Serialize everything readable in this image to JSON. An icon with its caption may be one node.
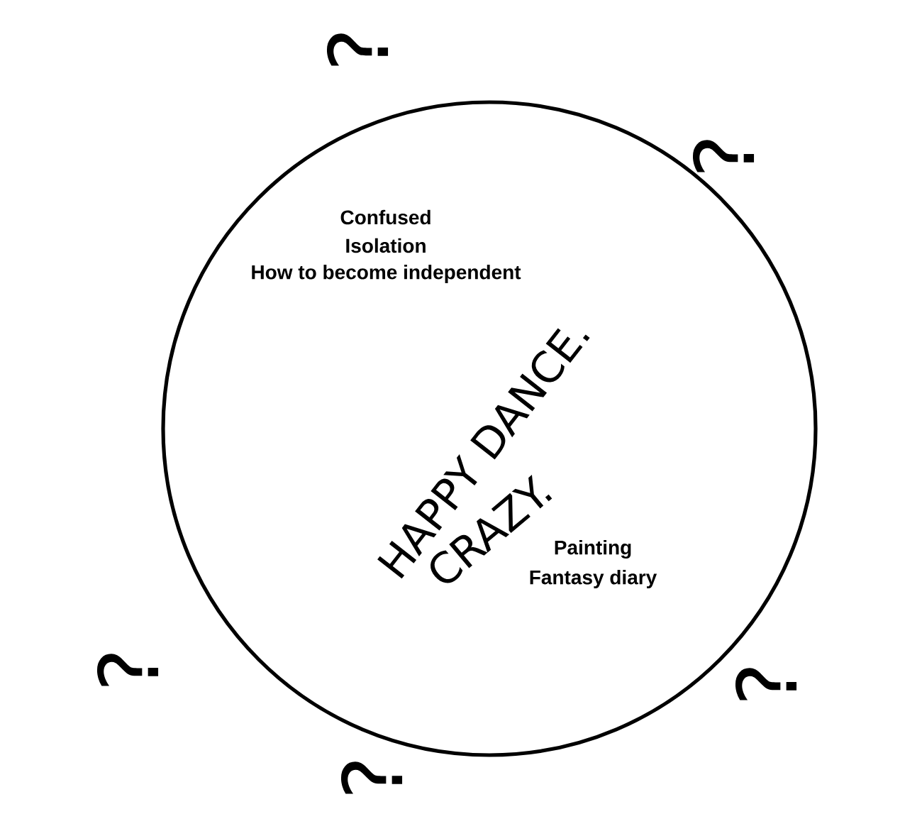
{
  "diagram": {
    "nodes": [
      {
        "text": [
          "Confused",
          "Isolation",
          "How to become independent",
          "HAPPY DANCE.",
          "CRAZY.",
          "Painting",
          "Fantasy diary"
        ]
      }
    ],
    "labels": [
      "?",
      "?",
      "?",
      "?",
      "?"
    ]
  }
}
